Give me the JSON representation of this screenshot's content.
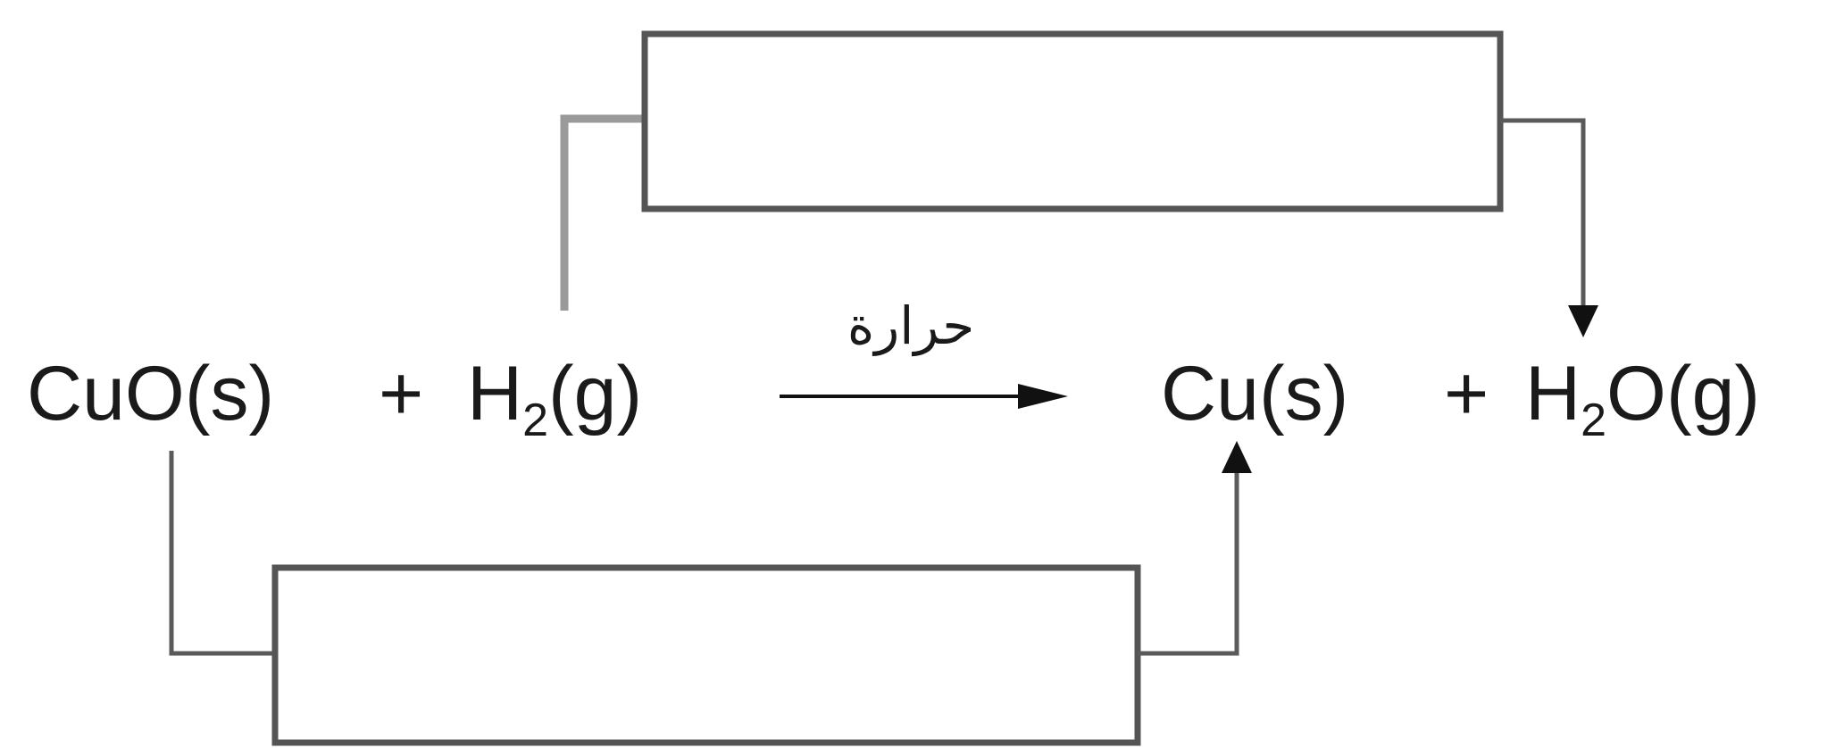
{
  "equation": {
    "reactant_1": {
      "formula": "CuO",
      "state": "(s)"
    },
    "plus_1": "+",
    "reactant_2": {
      "element": "H",
      "subscript": "2",
      "state": "(g)"
    },
    "condition": "حرارة",
    "product_1": {
      "formula": "Cu",
      "state": "(s)"
    },
    "plus_2": "+",
    "product_2": {
      "element": "H",
      "subscript": "2",
      "rest": "O",
      "state": "(g)"
    }
  },
  "blank_boxes": {
    "top": {
      "value": ""
    },
    "bottom": {
      "value": ""
    }
  },
  "colors": {
    "text": "#1a1a1a",
    "lines": "#555555",
    "arrows": "#111111",
    "background": "#ffffff"
  }
}
